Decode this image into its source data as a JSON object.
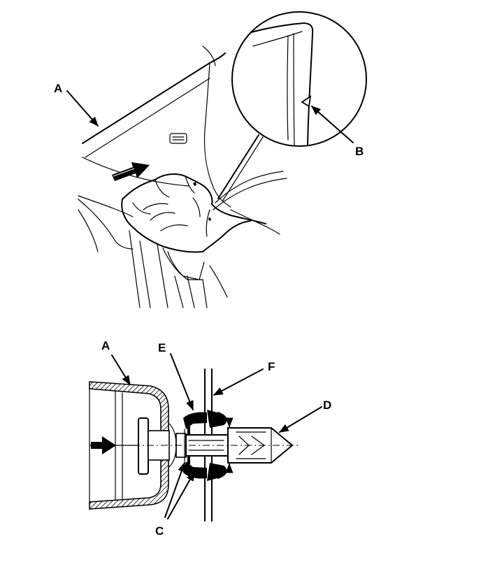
{
  "figure_top": {
    "labels": {
      "a": "A",
      "b": "B"
    }
  },
  "figure_bottom": {
    "labels": {
      "a": "A",
      "c": "C",
      "d": "D",
      "e": "E",
      "f": "F"
    }
  },
  "colors": {
    "ink": "#000000",
    "paper": "#ffffff"
  }
}
